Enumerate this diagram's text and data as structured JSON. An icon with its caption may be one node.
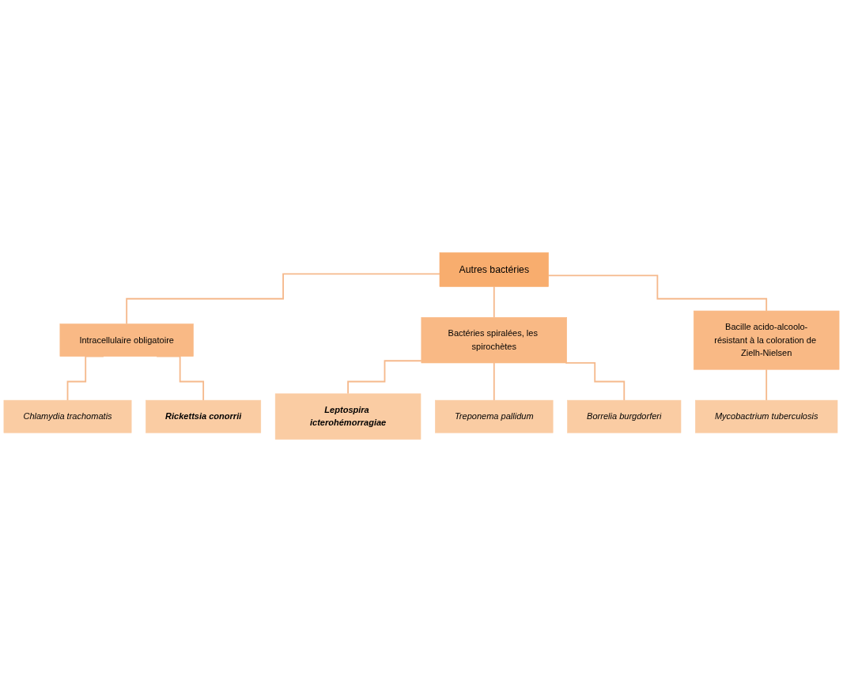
{
  "diagram": {
    "nodes": [
      {
        "text": [
          "Autres bactéries"
        ]
      },
      {
        "text": [
          "Intracellulaire obligatoire"
        ]
      },
      {
        "text": [
          "Bactéries spiralées, les spirochètes"
        ]
      },
      {
        "text": [
          "Bacille acido-alcoolo-résistant à la coloration de Zielh-Nielsen"
        ]
      },
      {
        "text": [
          "Chlamydia trachomatis"
        ]
      },
      {
        "text": [
          "Rickettsia conorrii"
        ]
      },
      {
        "text": [
          "Leptospira icterohémorragiae"
        ]
      },
      {
        "text": [
          "Treponema pallidum"
        ]
      },
      {
        "text": [
          "Borrelia burgdorferi"
        ]
      },
      {
        "text": [
          "Mycobactrium tuberculosis"
        ]
      }
    ],
    "edges": [
      {
        "from": 0,
        "to": 1,
        "arrow": "none"
      },
      {
        "from": 0,
        "to": 2,
        "arrow": "none"
      },
      {
        "from": 0,
        "to": 3,
        "arrow": "none"
      },
      {
        "from": 1,
        "to": 4,
        "arrow": "none"
      },
      {
        "from": 1,
        "to": 5,
        "arrow": "none"
      },
      {
        "from": 2,
        "to": 6,
        "arrow": "none"
      },
      {
        "from": 2,
        "to": 7,
        "arrow": "none"
      },
      {
        "from": 2,
        "to": 8,
        "arrow": "none"
      },
      {
        "from": 3,
        "to": 9,
        "arrow": "none"
      }
    ]
  }
}
